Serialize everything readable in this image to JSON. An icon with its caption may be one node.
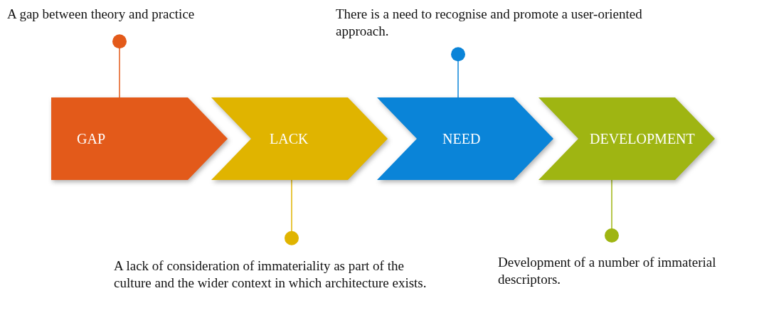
{
  "diagram": {
    "nodes": [
      {
        "text": [
          "A gap between theory and practice"
        ]
      },
      {
        "text": [
          "There is a need to recognise and promote a user-oriented approach."
        ]
      },
      {
        "text": [
          "GAP"
        ]
      },
      {
        "text": [
          "LACK"
        ]
      },
      {
        "text": [
          "NEED"
        ]
      },
      {
        "text": [
          "DEVELOPMENT"
        ]
      },
      {
        "text": [
          "A lack of consideration of immateriality as part of the culture and the wider context in which architecture exists."
        ]
      },
      {
        "text": [
          "Development of a number of immaterial descriptors."
        ]
      }
    ],
    "edges": [
      {
        "from": 0,
        "to": 2,
        "arrow": "other",
        "color": "#e35a1a"
      },
      {
        "from": 1,
        "to": 4,
        "arrow": "other",
        "color": "#0a84d8"
      },
      {
        "from": 6,
        "to": 3,
        "arrow": "other",
        "color": "#e0b400"
      },
      {
        "from": 7,
        "to": 5,
        "arrow": "other",
        "color": "#9fb512"
      }
    ]
  }
}
